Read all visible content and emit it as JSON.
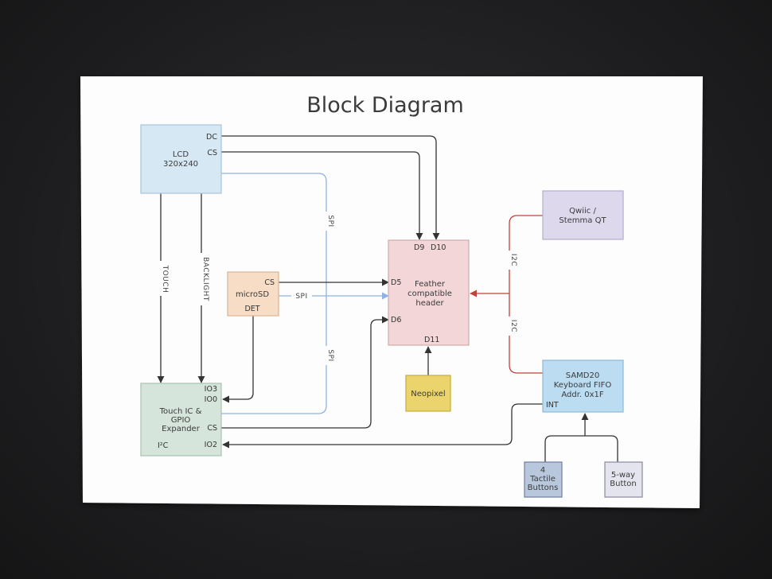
{
  "title": "Block Diagram",
  "colors": {
    "background": "#1f1f21",
    "paper": "#fdfdfd",
    "lcd": "#d6e8f4",
    "feather": "#f2d6d8",
    "microsd": "#f7dcc6",
    "touch": "#d6e5dc",
    "neopixel": "#ead46b",
    "qwiic": "#ddd8ec",
    "samd20": "#bcdcf2",
    "tactile": "#b9c7dc",
    "fiveway": "#e4e4ee",
    "wire_black": "#333333",
    "wire_spi": "#8fb2e0",
    "wire_i2c": "#c0423c"
  },
  "blocks": {
    "lcd": {
      "lines": [
        "LCD",
        "320x240"
      ],
      "ports": {
        "dc": "DC",
        "cs": "CS"
      }
    },
    "feather": {
      "lines": [
        "Feather",
        "compatible",
        "header"
      ],
      "ports": {
        "d9": "D9",
        "d10": "D10",
        "d5": "D5",
        "d6": "D6",
        "d11": "D11"
      }
    },
    "microsd": {
      "lines": [
        "microSD"
      ],
      "ports": {
        "cs": "CS",
        "det": "DET"
      }
    },
    "touch": {
      "lines": [
        "Touch IC &",
        "GPIO",
        "Expander"
      ],
      "ports": {
        "io3": "IO3",
        "io0": "IO0",
        "cs": "CS",
        "io2": "IO2",
        "i2c": "I²C"
      }
    },
    "neopixel": {
      "lines": [
        "Neopixel"
      ]
    },
    "qwiic": {
      "lines": [
        "Qwiic /",
        "Stemma QT"
      ]
    },
    "samd20": {
      "lines": [
        "SAMD20",
        "Keyboard FIFO",
        "Addr. 0x1F"
      ],
      "ports": {
        "int": "INT"
      }
    },
    "tactile": {
      "lines": [
        "4",
        "Tactile",
        "Buttons"
      ]
    },
    "fiveway": {
      "lines": [
        "5-way",
        "Button"
      ]
    }
  },
  "buses": {
    "touch": "TOUCH",
    "backlight": "BACKLIGHT",
    "spi_top": "SPI",
    "spi_mid": "SPI",
    "spi_bottom": "SPI",
    "i2c_top": "I2C",
    "i2c_bottom": "I2C"
  }
}
